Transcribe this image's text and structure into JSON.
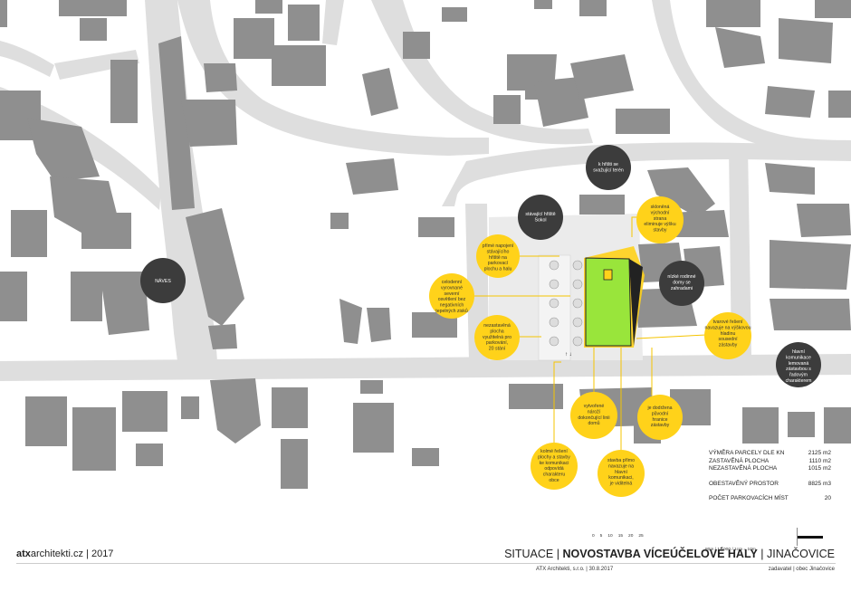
{
  "colors": {
    "road": "#dedede",
    "building": "#8f8f8f",
    "accent_green": "#99e53b",
    "accent_yellow": "#ffd21a",
    "dark_bubble": "#3c3c3c",
    "leader": "#f5c400"
  },
  "labels": {
    "naves": "NÁVES",
    "dark1": [
      "k hřišti se",
      "svažující terén"
    ],
    "dark2": [
      "stávající hřiště",
      "Sokol"
    ],
    "dark3": [
      "nízké rodinné",
      "domy se",
      "zahradami"
    ],
    "dark4": [
      "hlavní",
      "komunikace",
      "lemovaná",
      "zástavbou s",
      "řadovým",
      "charakterem"
    ],
    "y1": [
      "přímé napojení",
      "stávajícího",
      "hřiště na",
      "parkovací",
      "plochu a halu"
    ],
    "y2": [
      "celodenní",
      "vyrovnané",
      "severní",
      "osvětlení bez",
      "negativních",
      "tepelných zisků"
    ],
    "y3": [
      "nezastavěná",
      "plocha",
      "využitelná pro",
      "parkování,",
      "20 stání"
    ],
    "y4": [
      "skloněná",
      "východní",
      "strana",
      "eliminuje výšku",
      "stavby"
    ],
    "y5": [
      "tvarové řešení",
      "navazuje na výškovou",
      "hladinu",
      "sousední",
      "zástavby"
    ],
    "y6": [
      "vytvořené",
      "nároží",
      "dokončující linii",
      "domů"
    ],
    "y7": [
      "je dodržena",
      "původní",
      "hranice",
      "zástavby"
    ],
    "y8": [
      "kolmé řešení",
      "plochy a stavby",
      "ke komunikaci",
      "odpovídá",
      "charakteru",
      "obce"
    ],
    "y9": [
      "stavba přímo",
      "navazuje na",
      "hlavní",
      "komunikaci,",
      "je viditelná"
    ]
  },
  "stats": {
    "r1": {
      "label": "VÝMĚRA PARCELY DLE KN",
      "value": "2125 m2"
    },
    "r2": {
      "label": "ZASTAVĚNÁ PLOCHA",
      "value": "1110 m2"
    },
    "r3": {
      "label": "NEZASTAVĚNÁ PLOCHA",
      "value": "1015 m2"
    },
    "r4": {
      "label": "OBESTAVĚNÝ PROSTOR",
      "value": "8825 m3"
    },
    "r5": {
      "label": "POČET PARKOVACÍCH MÍST",
      "value": "20"
    }
  },
  "scale": {
    "ticks": [
      "0",
      "5",
      "10",
      "15",
      "20",
      "25"
    ],
    "note": "80m / 1:1000 / 1cm = 10m"
  },
  "footer": {
    "brand_bold": "atx",
    "brand_mid": "architekti.cz",
    "brand_year": " | 2017",
    "title_a": "SITUACE",
    "title_sep": " | ",
    "title_b": "NOVOSTAVBA VÍCEÚČELOVÉ HALY",
    "title_sep2": " | ",
    "title_c": "JINAČOVICE",
    "sub1": "ATX Architekti, s.r.o. | 30.8.2017",
    "sub2": "zadavatel | obec Jinačovice"
  }
}
